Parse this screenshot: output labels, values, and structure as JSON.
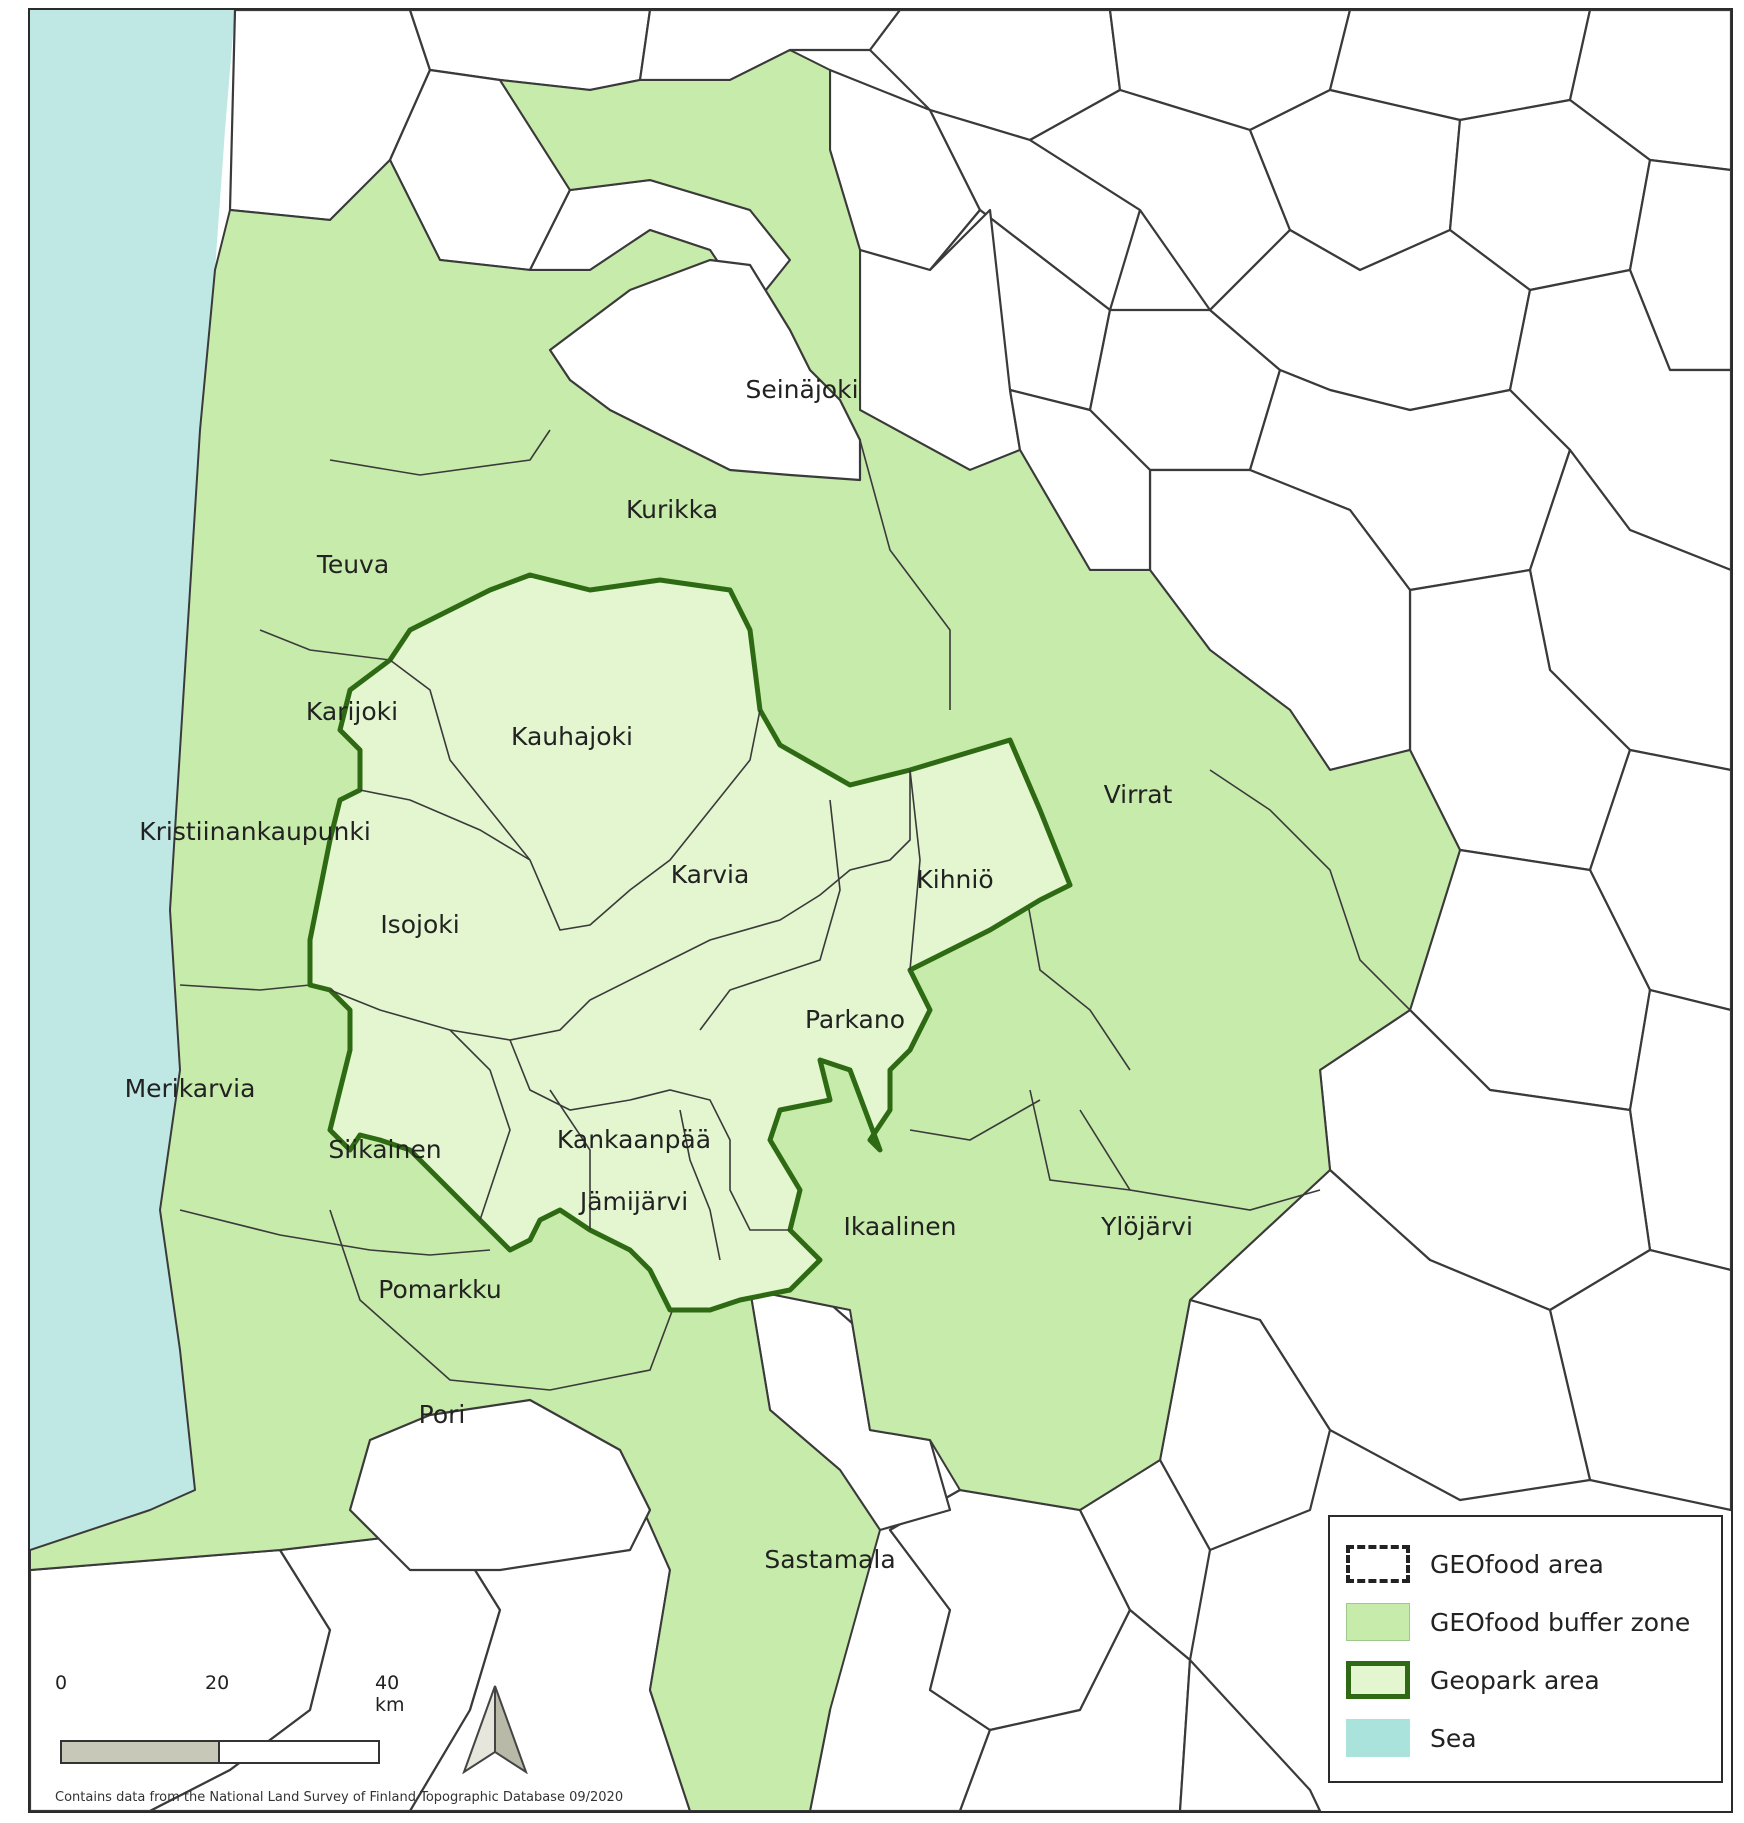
{
  "map": {
    "labels": {
      "seinajoki": "Seinäjoki",
      "kurikka": "Kurikka",
      "teuva": "Teuva",
      "karijoki": "Karijoki",
      "kauhajoki": "Kauhajoki",
      "kristiinankaupunki": "Kristiinankaupunki",
      "isojoki": "Isojoki",
      "karvia": "Karvia",
      "kihnio": "Kihniö",
      "virrat": "Virrat",
      "parkano": "Parkano",
      "merikarvia": "Merikarvia",
      "siikainen": "Siikainen",
      "kankaanpaa": "Kankaanpää",
      "jamijarvi": "Jämijärvi",
      "ikaalinen": "Ikaalinen",
      "ylojarvi": "Ylöjärvi",
      "pomarkku": "Pomarkku",
      "pori": "Pori",
      "sastamala": "Sastamala"
    },
    "colors": {
      "sea": "#bfe8e4",
      "buffer_zone": "#c7ebaa",
      "geopark_fill": "#e3f6cf",
      "geopark_border": "#2e6a13"
    }
  },
  "legend": {
    "geofood_area": "GEOfood area",
    "buffer_zone": "GEOfood buffer zone",
    "geopark_area": "Geopark area",
    "sea": "Sea"
  },
  "scale": {
    "tick_0": "0",
    "tick_20": "20",
    "tick_40": "40 km"
  },
  "north_arrow_icon": "north-arrow-icon",
  "attribution": "Contains data from the National Land Survey of Finland Topographic Database 09/2020"
}
